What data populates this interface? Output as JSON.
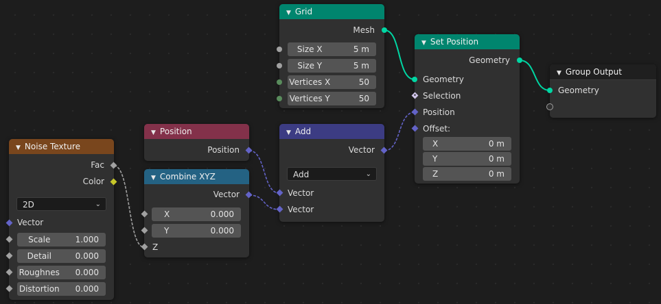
{
  "colors": {
    "geometry": "#00d6a3",
    "vector": "#6363c7",
    "float": "#a1a1a1",
    "color": "#c7c729",
    "int": "#598c5c",
    "header_texture": "#79461d",
    "header_input": "#83314a",
    "header_converter": "#246283",
    "header_vector_math": "#3c3c83",
    "header_geometry": "#00856e",
    "header_output": "#1f1f1f"
  },
  "nodes": {
    "grid": {
      "title": "Grid",
      "output_mesh": "Mesh",
      "fields": [
        {
          "label": "Size X",
          "value": "5 m"
        },
        {
          "label": "Size Y",
          "value": "5 m"
        },
        {
          "label": "Vertices X",
          "value": "50"
        },
        {
          "label": "Vertices Y",
          "value": "50"
        }
      ]
    },
    "set_position": {
      "title": "Set Position",
      "output_geometry": "Geometry",
      "input_geometry": "Geometry",
      "input_selection": "Selection",
      "input_position": "Position",
      "input_offset": "Offset:",
      "offset": [
        {
          "label": "X",
          "value": "0 m"
        },
        {
          "label": "Y",
          "value": "0 m"
        },
        {
          "label": "Z",
          "value": "0 m"
        }
      ]
    },
    "group_output": {
      "title": "Group Output",
      "input_geometry": "Geometry"
    },
    "position": {
      "title": "Position",
      "output_position": "Position"
    },
    "add": {
      "title": "Add",
      "output_vector": "Vector",
      "operation": "Add",
      "input_vector_1": "Vector",
      "input_vector_2": "Vector"
    },
    "combine_xyz": {
      "title": "Combine XYZ",
      "output_vector": "Vector",
      "fields": [
        {
          "label": "X",
          "value": "0.000"
        },
        {
          "label": "Y",
          "value": "0.000"
        }
      ],
      "input_z": "Z"
    },
    "noise_texture": {
      "title": "Noise Texture",
      "output_fac": "Fac",
      "output_color": "Color",
      "dimensions": "2D",
      "input_vector": "Vector",
      "fields": [
        {
          "label": "Scale",
          "value": "1.000"
        },
        {
          "label": "Detail",
          "value": "0.000"
        },
        {
          "label": "Roughnes",
          "value": "0.000"
        },
        {
          "label": "Distortion",
          "value": "0.000"
        }
      ]
    }
  }
}
